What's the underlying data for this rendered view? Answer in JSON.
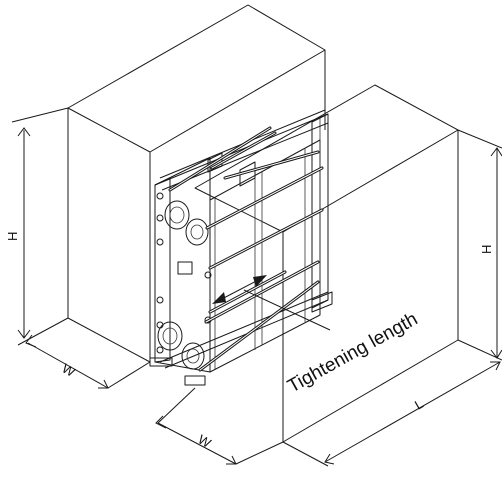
{
  "labels": {
    "height_left": "H",
    "height_right": "H",
    "width_left": "W",
    "width_bottom": "W",
    "length": "L",
    "tightening": "Tightening length"
  },
  "colors": {
    "line": "#1a1a1a",
    "background": "#ffffff"
  }
}
